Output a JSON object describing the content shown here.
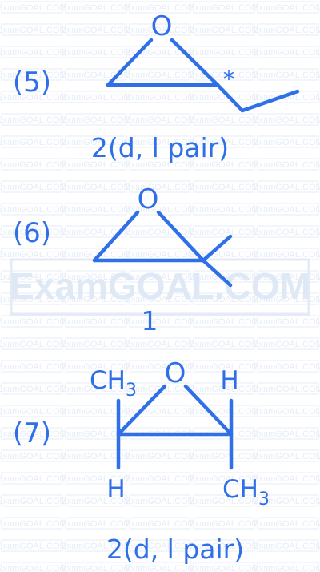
{
  "watermark": {
    "text": "ExamGOAL.COM",
    "big_text": "ExamGOAL.COM",
    "colors": {
      "small": "#e6edf7",
      "big": "#dfe8f5",
      "box": "#e3ebf6"
    }
  },
  "ink_color": "#2f6fe8",
  "structures": [
    {
      "number": "(5)",
      "oxygen": "O",
      "stereocenter_mark": "*",
      "caption": "2(d, l pair)"
    },
    {
      "number": "(6)",
      "oxygen": "O",
      "caption": "1"
    },
    {
      "number": "(7)",
      "oxygen": "O",
      "sub_left_top": "CH",
      "sub_left_top_sub": "3",
      "sub_right_top": "H",
      "sub_left_bottom": "H",
      "sub_right_bottom": "CH",
      "sub_right_bottom_sub": "3",
      "caption": "2(d, l pair)"
    }
  ]
}
